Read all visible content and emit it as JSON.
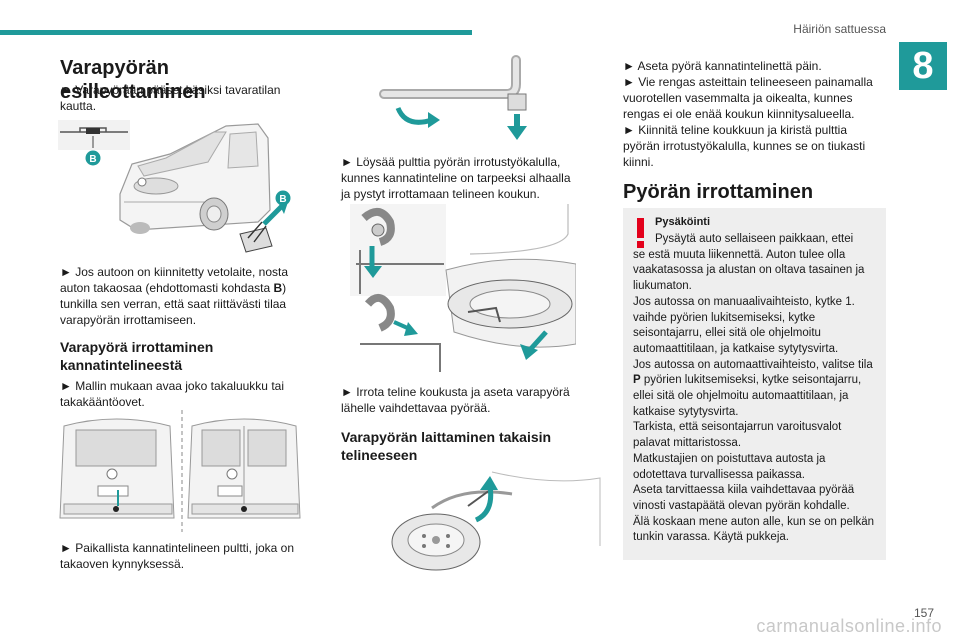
{
  "header": {
    "section": "Häiriön sattuessa",
    "chapter": "8"
  },
  "footer": {
    "page": "157",
    "watermark": "carmanualsonline.info"
  },
  "col1": {
    "title": "Varapyörän esilleottaminen",
    "p1": "► Varapyörään pääset käsiksi tavaratilan kautta.",
    "fig1_label_b1": "B",
    "fig1_label_b2": "B",
    "p2_a": "► Jos autoon on kiinnitetty vetolaite, nosta auton takaosaa (ehdottomasti kohdasta ",
    "p2_b": "B",
    "p2_c": ") tunkilla sen verran, että saat riittävästi tilaa varapyörän irrottamiseen.",
    "h2": "Varapyörä irrottaminen kannatintelineestä",
    "p3": "► Mallin mukaan avaa joko takaluukku tai takakääntöovet.",
    "p4": "► Paikallista kannatintelineen pultti, joka on takaoven kynnyksessä."
  },
  "col2": {
    "p1": "► Löysää pulttia pyörän irrotustyökalulla, kunnes kannatinteline on tarpeeksi alhaalla ja pystyt irrottamaan telineen koukun.",
    "p2": "► Irrota teline koukusta ja aseta varapyörä lähelle vaihdettavaa pyörää.",
    "h2": "Varapyörän laittaminen takaisin telineeseen"
  },
  "col3": {
    "p1": "► Aseta pyörä kannatintelinettä päin.",
    "p2": "► Vie rengas asteittain telineeseen painamalla vuorotellen vasemmalta ja oikealta, kunnes rengas ei ole enää koukun kiinnitysalueella.",
    "p3": "► Kiinnitä teline koukkuun ja kiristä pulttia pyörän irrotustyökalulla, kunnes se on tiukasti kiinni.",
    "title": "Pyörän irrottaminen",
    "warn_title": "Pysäköinti",
    "warn_lead": "Pysäytä auto sellaiseen paikkaan, ettei",
    "warn_body_1": "se estä muuta liikennettä. Auton tulee olla vaakatasossa ja alustan on oltava tasainen ja liukumaton.",
    "warn_body_2a": "Jos autossa on manuaalivaihteisto, kytke 1. vaihde pyörien lukitsemiseksi, kytke seisontajarru, ellei sitä ole ohjelmoitu automaattitilaan, ja katkaise sytytysvirta.",
    "warn_body_3a": "Jos autossa on automaattivaihteisto, valitse tila ",
    "warn_body_3b": "P",
    "warn_body_3c": " pyörien lukitsemiseksi, kytke seisontajarru, ellei sitä ole ohjelmoitu automaattitilaan, ja katkaise sytytysvirta.",
    "warn_body_4": "Tarkista, että seisontajarrun varoitusvalot palavat mittaristossa.",
    "warn_body_5": "Matkustajien on poistuttava autosta ja odotettava turvallisessa paikassa.",
    "warn_body_6": "Aseta tarvittaessa kiila vaihdettavaa pyörää vinosti vastapäätä olevan pyörän kohdalle.",
    "warn_body_7": "Älä koskaan mene auton alle, kun se on pelkän tunkin varassa. Käytä pukkeja."
  },
  "colors": {
    "accent": "#1f9a9a",
    "warning": "#e3001b",
    "panel": "#eeeeee"
  }
}
